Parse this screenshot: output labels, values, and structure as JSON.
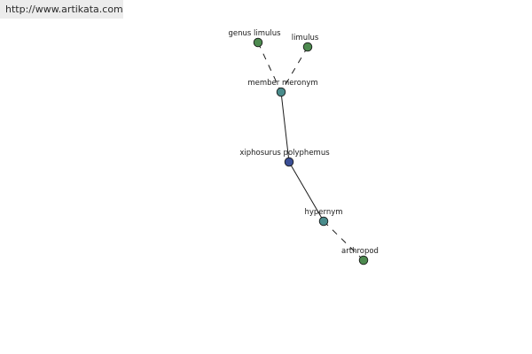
{
  "source_url": "http://www.artikata.com",
  "colors": {
    "word": "#4d8a4f",
    "relation": "#4a8c8c",
    "center": "#3b4f96"
  },
  "graph": {
    "nodes": [
      {
        "id": "genus-limulus",
        "label": "genus limulus",
        "kind": "word"
      },
      {
        "id": "limulus",
        "label": "limulus",
        "kind": "word"
      },
      {
        "id": "member-meronym",
        "label": "member meronym",
        "kind": "relation"
      },
      {
        "id": "xiphosurus-polyphemus",
        "label": "xiphosurus polyphemus",
        "kind": "center"
      },
      {
        "id": "hypernym",
        "label": "hypernym",
        "kind": "relation"
      },
      {
        "id": "arthropod",
        "label": "arthropod",
        "kind": "word"
      }
    ],
    "edges": [
      {
        "from": "genus-limulus",
        "to": "member-meronym",
        "style": "dashed"
      },
      {
        "from": "limulus",
        "to": "member-meronym",
        "style": "dashed"
      },
      {
        "from": "member-meronym",
        "to": "xiphosurus-polyphemus",
        "style": "solid"
      },
      {
        "from": "xiphosurus-polyphemus",
        "to": "hypernym",
        "style": "solid"
      },
      {
        "from": "hypernym",
        "to": "arthropod",
        "style": "dashed"
      }
    ]
  }
}
